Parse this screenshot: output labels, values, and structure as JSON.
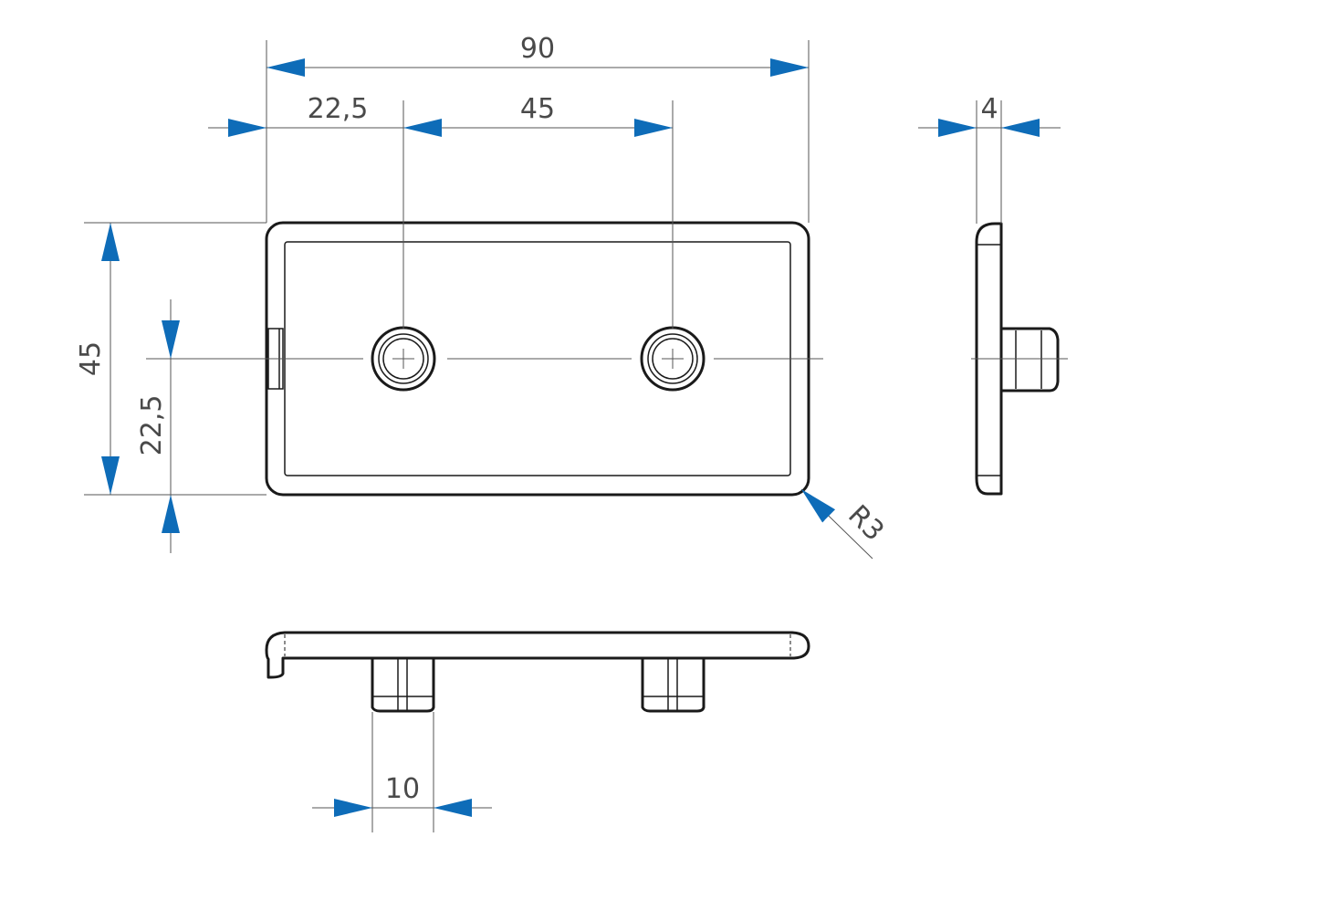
{
  "drawing": {
    "colors": {
      "arrow": "#0e6cb8",
      "line": "#555555",
      "part": "#1a1a1a",
      "text": "#4a4a4a"
    },
    "dimensions": {
      "overall_width": "90",
      "hole_offset_x": "22,5",
      "hole_spacing": "45",
      "overall_height": "45",
      "hole_offset_y": "22,5",
      "corner_radius": "R3",
      "plate_thickness": "4",
      "plug_width": "10"
    }
  }
}
